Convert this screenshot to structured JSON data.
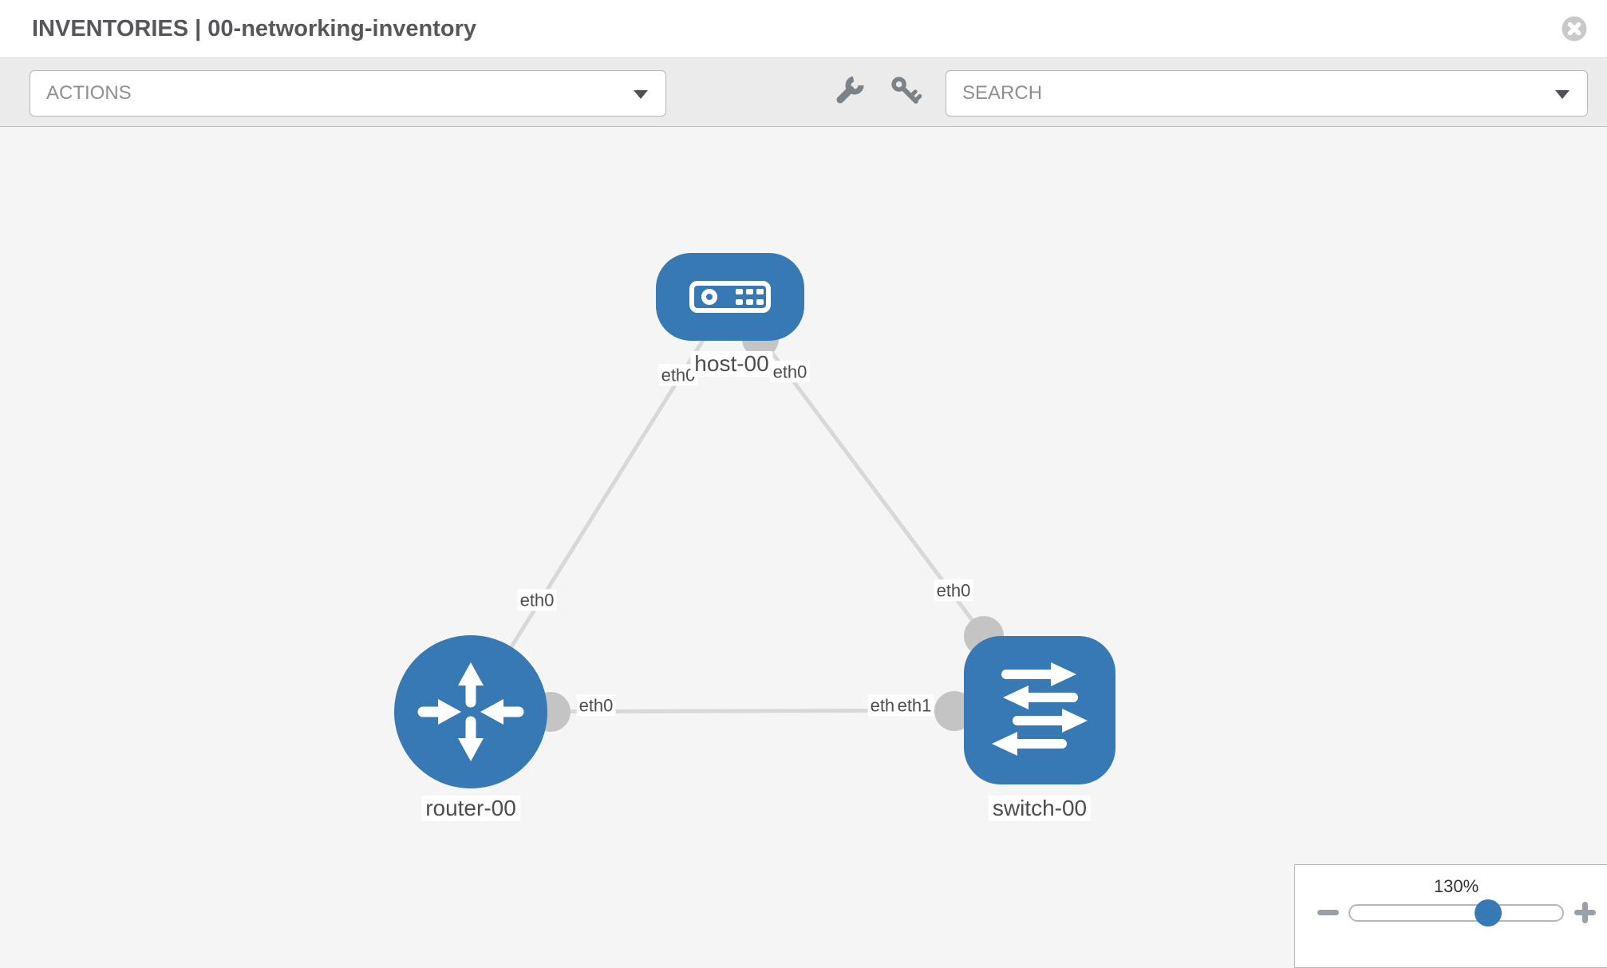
{
  "header": {
    "title": "INVENTORIES | 00-networking-inventory"
  },
  "toolbar": {
    "actions_label": "ACTIONS",
    "search_label": "SEARCH",
    "tool_icons": [
      "wrench",
      "key"
    ]
  },
  "topology": {
    "nodes": [
      {
        "label": "host-00",
        "type": "host"
      },
      {
        "label": "router-00",
        "type": "router"
      },
      {
        "label": "switch-00",
        "type": "switch"
      }
    ],
    "links": [
      {
        "from": "host-00",
        "from_interface": "eth0",
        "to": "router-00",
        "to_interface": "eth0"
      },
      {
        "from": "host-00",
        "from_interface": "eth0",
        "to": "switch-00",
        "to_interface": "eth0"
      },
      {
        "from": "router-00",
        "from_interface": "eth0",
        "to": "switch-00",
        "to_interface": "eth1"
      }
    ],
    "interface_labels": {
      "host_to_router_at_host": "eth0",
      "host_to_router_at_router": "eth0",
      "host_to_switch_at_host": "eth0",
      "host_to_switch_at_switch": "eth0",
      "router_to_switch_at_router": "eth0",
      "router_to_switch_at_switch_back": "eth0",
      "router_to_switch_at_switch_front": "eth1"
    }
  },
  "zoom_control": {
    "level": "130%"
  },
  "colors": {
    "node_fill": "#3779b5",
    "link": "#d8d8d8",
    "interface_dot": "#c4c4c4",
    "slider_thumb": "#3779b5",
    "toolbar_bg": "#ebebeb",
    "canvas_bg": "#f5f5f6"
  }
}
